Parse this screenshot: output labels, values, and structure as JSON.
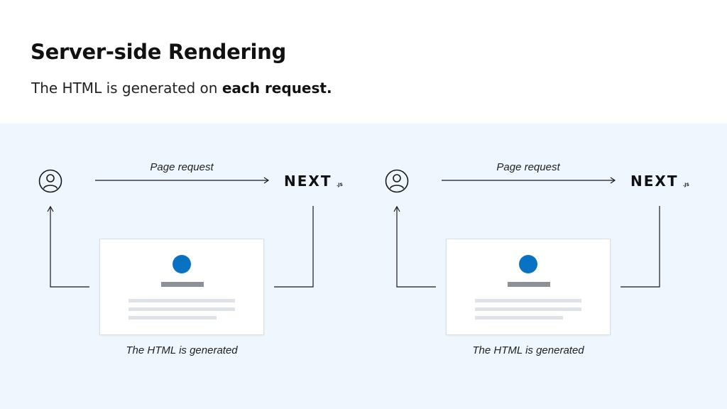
{
  "header": {
    "title": "Server-side Rendering",
    "subtitle_prefix": "The HTML is generated on ",
    "subtitle_emphasis": "each request."
  },
  "flows": [
    {
      "request_label": "Page request",
      "server_logo": "NEXT",
      "server_logo_suffix": ".JS",
      "generated_label": "The HTML is generated"
    },
    {
      "request_label": "Page request",
      "server_logo": "NEXT",
      "server_logo_suffix": ".JS",
      "generated_label": "The HTML is generated"
    }
  ],
  "icons": {
    "user": "user-circle-icon",
    "request_arrow": "arrow-right-icon",
    "response_arrow": "arrow-up-icon"
  },
  "colors": {
    "panel_background": "#eef7fd",
    "avatar": "#0a72c2",
    "placeholder_name": "#8c9197",
    "placeholder_lines": "#dde3e9",
    "lines": "#1a1a1a"
  }
}
